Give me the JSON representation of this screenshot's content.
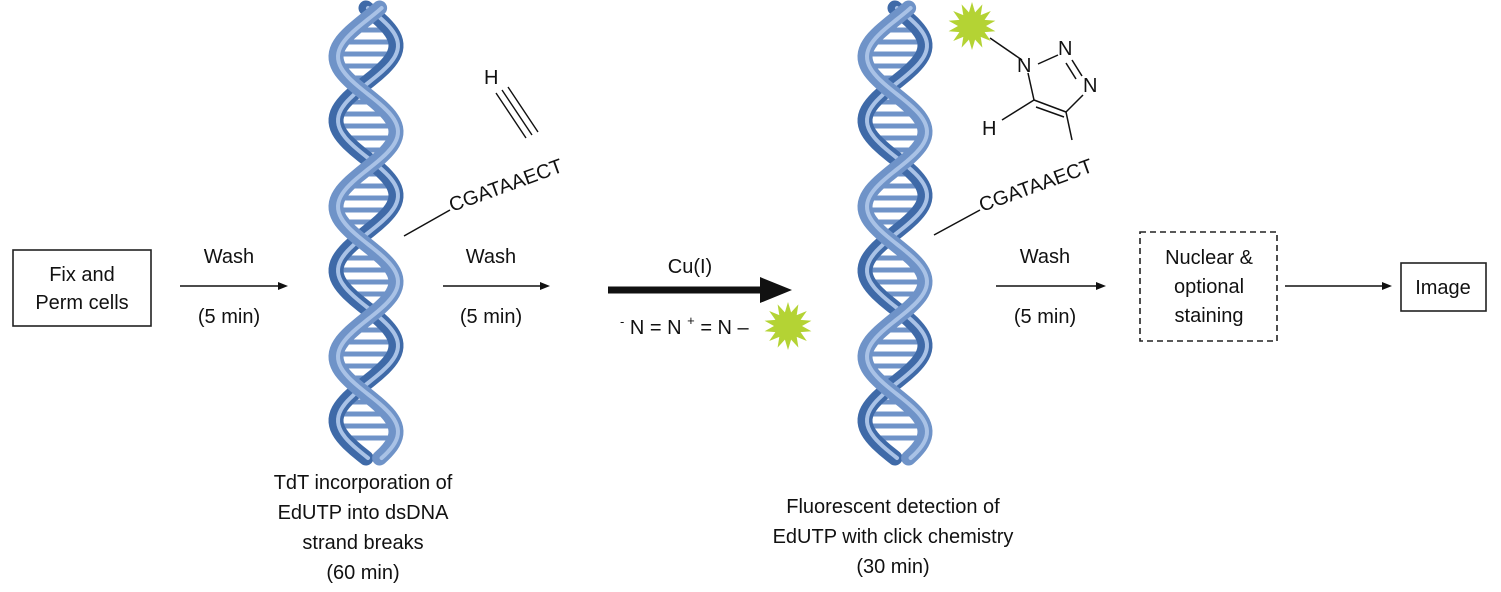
{
  "steps": {
    "fix": [
      "Fix and",
      "Perm cells"
    ],
    "wash_label": "Wash",
    "wash_time": "(5 min)",
    "reaction": {
      "catalyst": "Cu(I)",
      "azide": [
        "-",
        "N = N",
        "+",
        " = N –"
      ]
    },
    "nuclear": [
      "Nuclear &",
      "optional",
      "staining"
    ],
    "image": "Image"
  },
  "dna1": {
    "sequence": "CGATAAECT",
    "alkyne_h": "H",
    "caption": [
      "TdT incorporation of",
      "EdUTP into dsDNA",
      "strand breaks",
      "(60 min)"
    ]
  },
  "dna2": {
    "sequence": "CGATAAECT",
    "triazole": {
      "n1": "N",
      "n2": "N",
      "n3": "N",
      "h": "H"
    },
    "caption": [
      "Fluorescent detection of",
      "EdUTP with click chemistry",
      "(30 min)"
    ]
  },
  "colors": {
    "dna_light": "#a9c2e6",
    "dna_mid": "#6f93c8",
    "dna_dark": "#3f6aa8",
    "fluor": "#b4d334",
    "arrow": "#111111"
  }
}
